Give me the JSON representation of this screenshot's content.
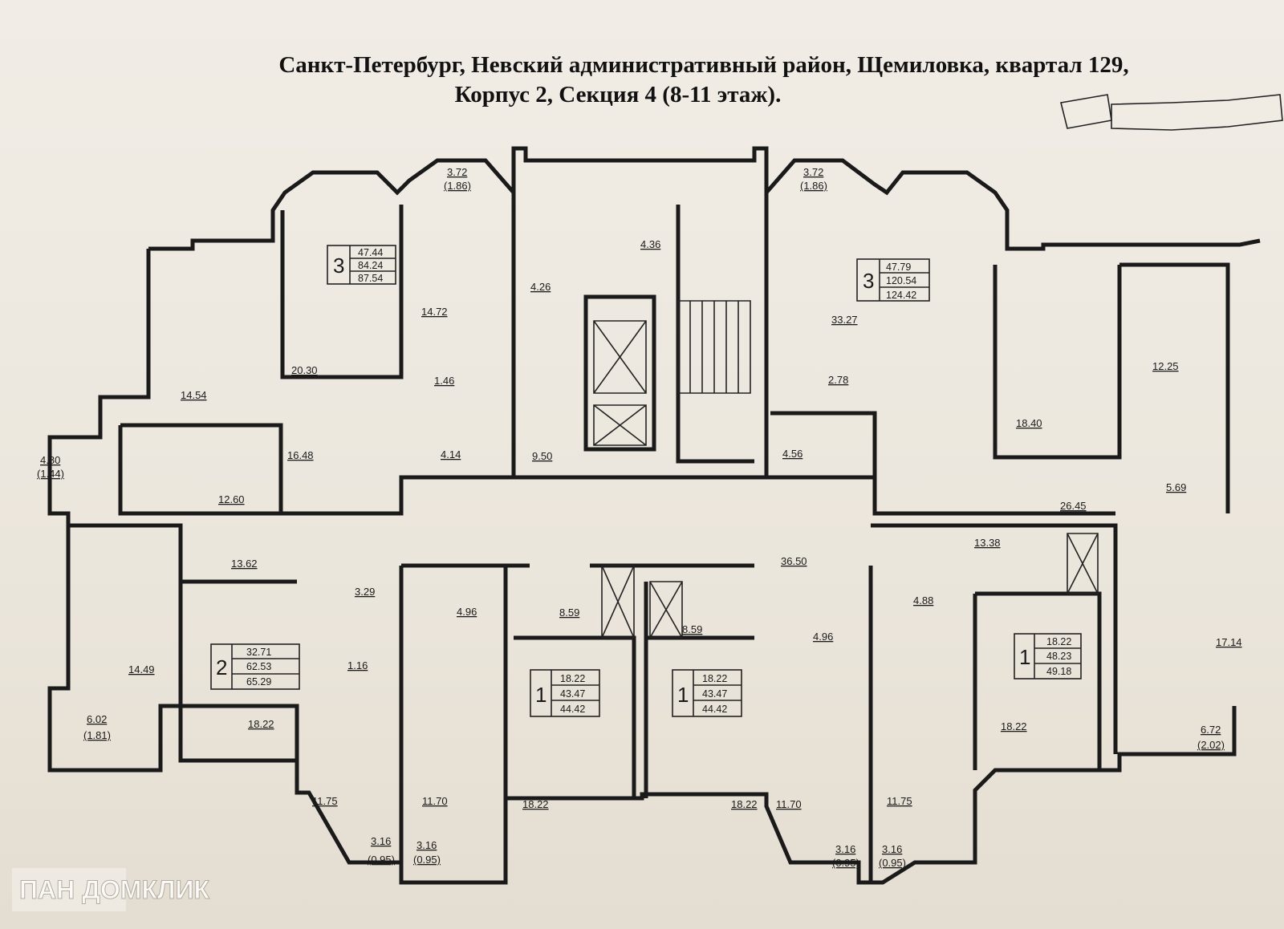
{
  "title": {
    "line1": "Санкт-Петербург, Невский административный район, Щемиловка, квартал 129,",
    "line2": "Корпус 2, Секция 4 (8-11 этаж)."
  },
  "apartments": [
    {
      "rooms": "3",
      "living": "47.44",
      "total": "84.24",
      "total_with_balcony": "87.54"
    },
    {
      "rooms": "3",
      "living": "47.79",
      "total": "120.54",
      "total_with_balcony": "124.42"
    },
    {
      "rooms": "2",
      "living": "32.71",
      "total": "62.53",
      "total_with_balcony": "65.29"
    },
    {
      "rooms": "1",
      "living": "18.22",
      "total": "43.47",
      "total_with_balcony": "44.42"
    },
    {
      "rooms": "1",
      "living": "18.22",
      "total": "43.47",
      "total_with_balcony": "44.42"
    },
    {
      "rooms": "1",
      "living": "18.22",
      "total": "48.23",
      "total_with_balcony": "49.18"
    }
  ],
  "rooms": [
    "20.30",
    "14.72",
    "14.54",
    "16.48",
    "12.60",
    "1.46",
    "4.14",
    "4.26",
    "4.36",
    "9.50",
    "33.27",
    "2.78",
    "4.56",
    "18.40",
    "12.25",
    "5.69",
    "26.45",
    "13.38",
    "36.50",
    "13.62",
    "3.29",
    "1.16",
    "4.96",
    "8.59",
    "8.59",
    "4.96",
    "4.88",
    "14.49",
    "18.22",
    "17.14",
    "18.22",
    "11.75",
    "11.70",
    "18.22",
    "18.22",
    "11.70",
    "11.75"
  ],
  "balconies": [
    {
      "area": "3.72",
      "reduced": "(1.86)"
    },
    {
      "area": "3.72",
      "reduced": "(1.86)"
    },
    {
      "area": "4.80",
      "reduced": "(1.44)"
    },
    {
      "area": "6.02",
      "reduced": "(1.81)"
    },
    {
      "area": "6.72",
      "reduced": "(2.02)"
    },
    {
      "area": "3.16",
      "reduced": "(0.95)"
    },
    {
      "area": "3.16",
      "reduced": "(0.95)"
    },
    {
      "area": "3.16",
      "reduced": "(0.95)"
    },
    {
      "area": "3.16",
      "reduced": "(0.95)"
    }
  ],
  "watermark": "ПАН ДОМКЛИК"
}
